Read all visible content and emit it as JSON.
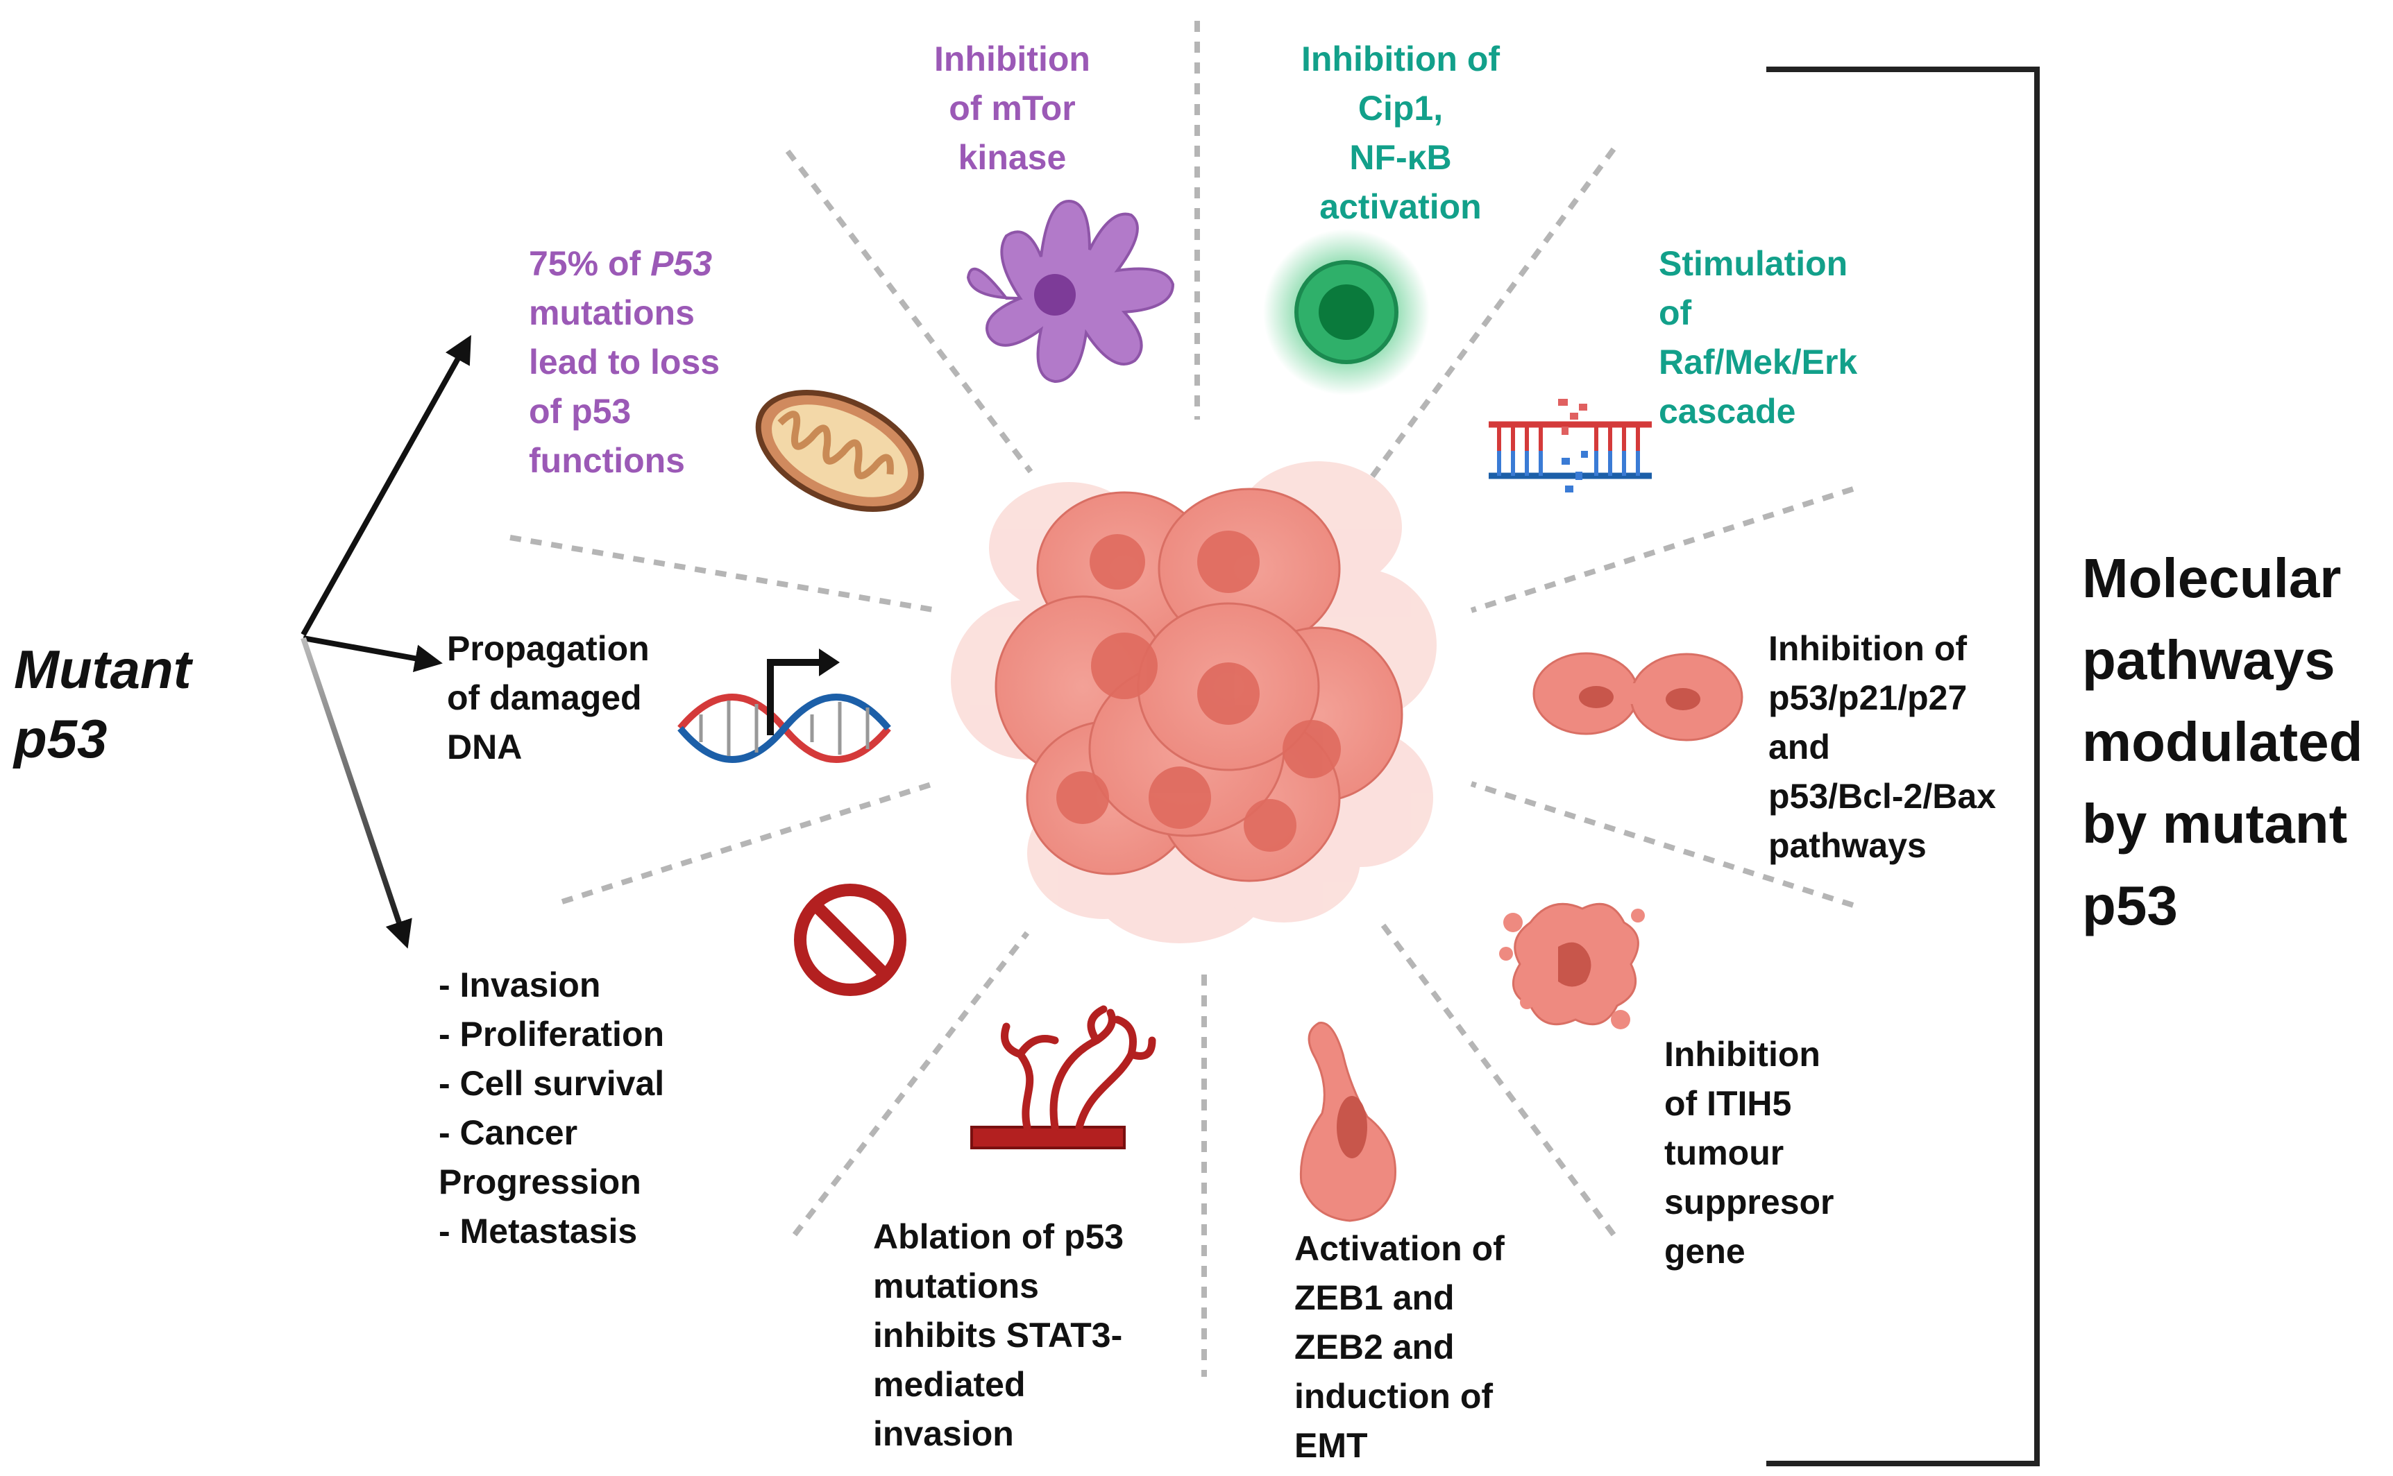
{
  "left_title": [
    "Mutant",
    "p53"
  ],
  "right_title": [
    "Molecular",
    "pathways",
    "modulated",
    "by mutant",
    "p53"
  ],
  "loss_label": {
    "lines": [
      {
        "parts": [
          {
            "text": "75% of ",
            "italic": false
          },
          {
            "text": "P53",
            "italic": true
          }
        ]
      },
      {
        "parts": [
          {
            "text": "mutations",
            "italic": false
          }
        ]
      },
      {
        "parts": [
          {
            "text": "lead to loss",
            "italic": false
          }
        ]
      },
      {
        "parts": [
          {
            "text": "of p53",
            "italic": false
          }
        ]
      },
      {
        "parts": [
          {
            "text": "functions",
            "italic": false
          }
        ]
      }
    ]
  },
  "mtor_label": [
    "Inhibition",
    "of mTor",
    "kinase"
  ],
  "cip1_label": [
    "Inhibition of",
    "Cip1,",
    "NF-κB",
    "activation"
  ],
  "raf_label": [
    "Stimulation",
    "of",
    "Raf/Mek/Erk",
    "cascade"
  ],
  "propagation_label": [
    "Propagation",
    "of damaged",
    "DNA"
  ],
  "outcomes_label": [
    "- Invasion",
    "- Proliferation",
    "- Cell survival",
    "- Cancer",
    "Progression",
    "- Metastasis"
  ],
  "p21_label": [
    "Inhibition of",
    "p53/p21/p27",
    "and",
    "p53/Bcl-2/Bax",
    "pathways"
  ],
  "itih5_label": [
    "Inhibition",
    "of ITIH5",
    "tumour",
    "suppresor",
    "gene"
  ],
  "zeb_label": [
    "Activation of",
    "ZEB1 and",
    "ZEB2  and",
    "induction of",
    "EMT"
  ],
  "stat3_label": [
    "Ablation of p53",
    "mutations",
    "inhibits STAT3-",
    "mediated",
    "invasion"
  ],
  "colors": {
    "purple": "#9b59b6",
    "teal": "#12a08a",
    "cell_fill": "#ee8a80",
    "cell_nucleus": "#df6a5e",
    "red": "#b32020",
    "blue": "#1c5fa8",
    "text": "#111111"
  }
}
